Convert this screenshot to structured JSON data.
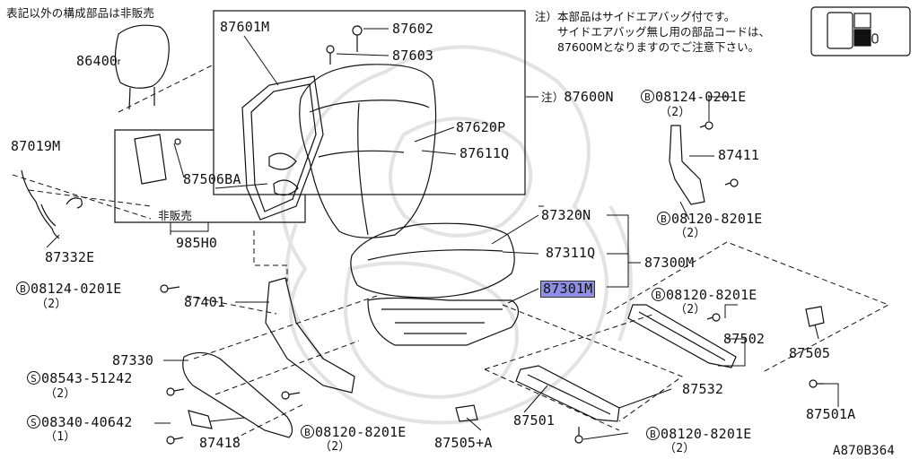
{
  "header": {
    "not_sold_notice": "表記以外の構成部品は非販売"
  },
  "note": {
    "lines": [
      "注）本部品はサイドエアバッグ付です。",
      "　　サイドエアバッグ無し用の部品コードは、",
      "　　87600Mとなりますのでご注意下さい。"
    ]
  },
  "parts": {
    "p86400": "86400",
    "p87601M": "87601M",
    "p87602": "87602",
    "p87603": "87603",
    "p87600N_prefix": "注）",
    "p87600N": "87600N",
    "p87620P": "87620P",
    "p87611Q": "87611Q",
    "p87506BA": "87506BA",
    "not_sold": "非販売",
    "p985H0": "985H0",
    "p87019M": "87019M",
    "p87332E": "87332E",
    "p87320N": "87320N",
    "p87311Q": "87311Q",
    "p87300M": "87300M",
    "p87301M": "87301M",
    "p87401": "87401",
    "p87330": "87330",
    "p87418": "87418",
    "p87411": "87411",
    "p87502": "87502",
    "p87505": "87505",
    "p87532": "87532",
    "p87501": "87501",
    "p87505A": "87505+A",
    "p87501A": "87501A"
  },
  "bolts": {
    "b1": {
      "symbol": "B",
      "code": "08124-0201E",
      "qty": "（2）"
    },
    "b2": {
      "symbol": "B",
      "code": "08120-8201E",
      "qty": "（2）"
    },
    "b3": {
      "symbol": "B",
      "code": "08124-0201E",
      "qty": "（2）"
    },
    "b4": {
      "symbol": "B",
      "code": "08120-8201E",
      "qty": "（2）"
    },
    "s1": {
      "symbol": "S",
      "code": "08543-51242",
      "qty": "（2）"
    },
    "s2": {
      "symbol": "S",
      "code": "08340-40642",
      "qty": "（1）"
    },
    "b5": {
      "symbol": "B",
      "code": "08120-8201E",
      "qty": "（2）"
    },
    "b6": {
      "symbol": "B",
      "code": "08120-8201E",
      "qty": "（2）"
    }
  },
  "diagram_code": "A870B364",
  "highlighted_part": "87301M"
}
